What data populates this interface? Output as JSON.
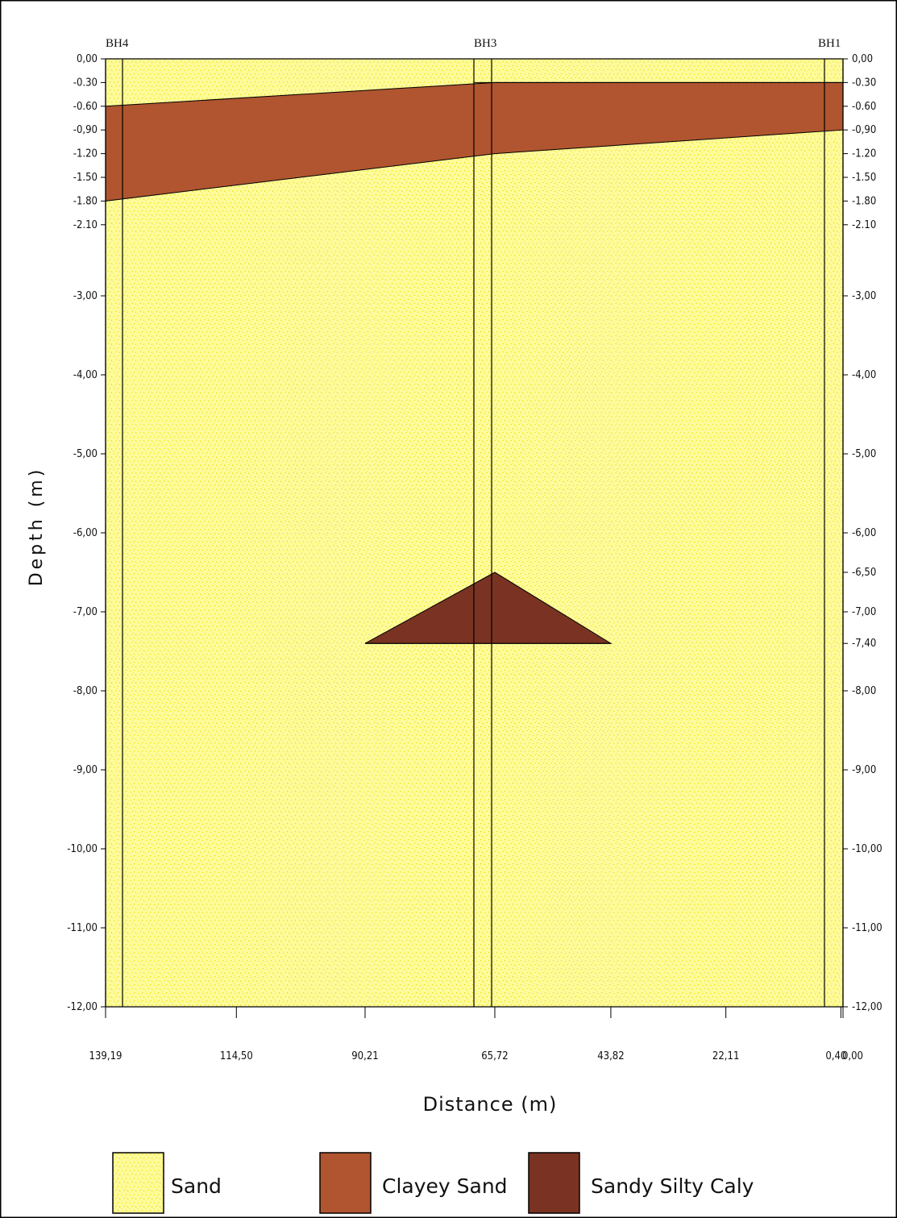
{
  "chart_data": {
    "type": "geological-cross-section",
    "xlabel": "Distance (m)",
    "ylabel": "Depth (m)",
    "x_range": [
      139.19,
      0.0
    ],
    "y_range": [
      0.0,
      -12.0
    ],
    "x_ticks": [
      "139,19",
      "114,50",
      "90,21",
      "65,72",
      "43,82",
      "22,11",
      "0,40",
      "0,00"
    ],
    "x_tick_values": [
      139.19,
      114.5,
      90.21,
      65.72,
      43.82,
      22.11,
      0.4,
      0.0
    ],
    "y_ticks_left": [
      "0,00",
      "-0.30",
      "-0.60",
      "-0,90",
      "-1.20",
      "-1.50",
      "-1.80",
      "-2.10",
      "-3,00",
      "-4,00",
      "-5,00",
      "-6,00",
      "-7,00",
      "-8,00",
      "-9,00",
      "-10,00",
      "-11,00",
      "-12,00"
    ],
    "y_tick_values_left": [
      0,
      -0.3,
      -0.6,
      -0.9,
      -1.2,
      -1.5,
      -1.8,
      -2.1,
      -3,
      -4,
      -5,
      -6,
      -7,
      -8,
      -9,
      -10,
      -11,
      -12
    ],
    "y_ticks_right": [
      "0,00",
      "-0.30",
      "-0.60",
      "-0,90",
      "-1.20",
      "-1.50",
      "-1.80",
      "-2.10",
      "-3,00",
      "-4,00",
      "-5,00",
      "-6,00",
      "-6,50",
      "-7,00",
      "-7,40",
      "-8,00",
      "-9,00",
      "-10,00",
      "-11,00",
      "-12,00"
    ],
    "y_tick_values_right": [
      0,
      -0.3,
      -0.6,
      -0.9,
      -1.2,
      -1.5,
      -1.8,
      -2.1,
      -3,
      -4,
      -5,
      -6,
      -6.5,
      -7,
      -7.4,
      -8,
      -9,
      -10,
      -11,
      -12
    ],
    "boreholes": [
      {
        "name": "BH4",
        "distance": 139.19
      },
      {
        "name": "BH3",
        "distance": 65.72
      },
      {
        "name": "BH1",
        "distance": 0.4
      }
    ],
    "layers": [
      {
        "name": "Clayey Sand",
        "color": "#b05530",
        "top": [
          [
            139.19,
            -0.6
          ],
          [
            65.72,
            -0.3
          ],
          [
            0.0,
            -0.3
          ]
        ],
        "bottom": [
          [
            139.19,
            -1.8
          ],
          [
            65.72,
            -1.2
          ],
          [
            0.0,
            -0.9
          ]
        ]
      },
      {
        "name": "Sandy Silty Caly",
        "color": "#7a3322",
        "polygon": [
          [
            90.21,
            -7.4
          ],
          [
            65.72,
            -6.5
          ],
          [
            43.82,
            -7.4
          ]
        ]
      }
    ],
    "background_material": {
      "name": "Sand",
      "color": "#fdfb9c"
    }
  },
  "legend": [
    {
      "label": "Sand",
      "fill": "sand"
    },
    {
      "label": "Clayey Sand",
      "fill": "#b05530"
    },
    {
      "label": "Sandy Silty Caly",
      "fill": "#7a3322"
    }
  ]
}
